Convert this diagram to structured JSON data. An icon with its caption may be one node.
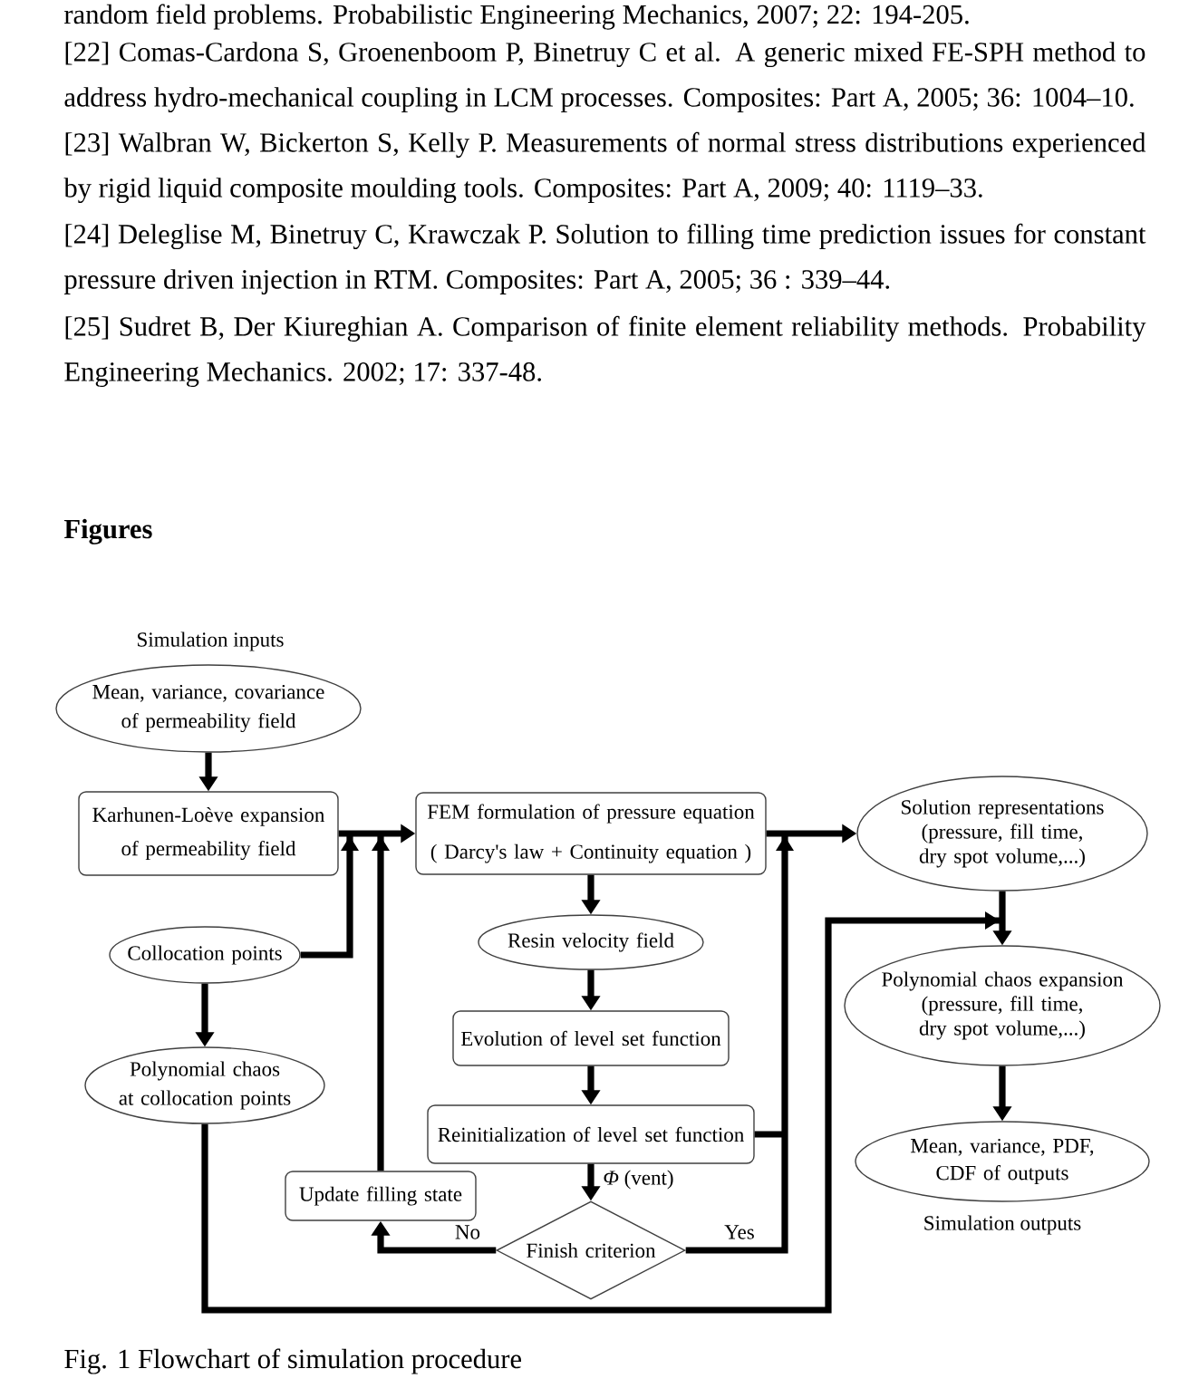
{
  "diagram": {
    "title": "Figures",
    "caption": "Fig. 1 Flowchart of simulation procedure",
    "nodes": [
      {
        "text": [
          "Mean, variance, covariance of permeability field"
        ],
        "beside": [
          "Simulation inputs"
        ]
      },
      {
        "text": [
          "Karhunen-Loève expansion of permeability field"
        ]
      },
      {
        "text": [
          "FEM formulation of pressure equation",
          "( Darcy's law + Continuity equation )"
        ]
      },
      {
        "text": [
          "Solution representations",
          "(pressure, fill time, dry spot volume,...)"
        ]
      },
      {
        "text": [
          "Collocation points"
        ]
      },
      {
        "text": [
          "Resin velocity field"
        ]
      },
      {
        "text": [
          "Polynomial chaos expansion",
          "(pressure, fill time, dry spot volume,...)"
        ]
      },
      {
        "text": [
          "Polynomial chaos",
          "at collocation points"
        ]
      },
      {
        "text": [
          "Evolution of level set function"
        ]
      },
      {
        "text": [
          "Reinitialization of level set function"
        ]
      },
      {
        "text": [
          "Update filling state"
        ]
      },
      {
        "text": [
          "Mean, variance, PDF, CDF of outputs"
        ],
        "beside": [
          "Simulation outputs"
        ]
      },
      {
        "text": [
          "Finish criterion"
        ]
      }
    ],
    "edges": [
      {
        "from": 0,
        "to": 1,
        "arrow": "to"
      },
      {
        "from": 1,
        "to": 2,
        "arrow": "to"
      },
      {
        "from": 4,
        "to": 2,
        "arrow": "to"
      },
      {
        "from": 4,
        "to": 7,
        "arrow": "to"
      },
      {
        "from": 10,
        "to": 2,
        "arrow": "to"
      },
      {
        "from": 2,
        "to": 3,
        "arrow": "to"
      },
      {
        "from": 2,
        "to": 5,
        "arrow": "to"
      },
      {
        "from": 5,
        "to": 8,
        "arrow": "to"
      },
      {
        "from": 8,
        "to": 9,
        "arrow": "to"
      },
      {
        "from": 9,
        "to": 12,
        "arrow": "to",
        "label": "*Φ* (vent)"
      },
      {
        "from": 12,
        "to": 10,
        "arrow": "to",
        "label": "No"
      },
      {
        "from": 12,
        "to": 3,
        "arrow": "to",
        "label": "Yes"
      },
      {
        "from": 9,
        "to": 3,
        "arrow": "to"
      },
      {
        "from": 3,
        "to": 6,
        "arrow": "to"
      },
      {
        "from": 7,
        "to": 6,
        "arrow": "to"
      },
      {
        "from": 6,
        "to": 11,
        "arrow": "to"
      }
    ],
    "labels": [
      "random field problems. Probabilistic Engineering Mechanics, 2007; 22: 194-205.",
      "[22] Comas-Cardona S, Groenenboom P, Binetruy C et al. A generic mixed FE-SPH method to address hydro-mechanical coupling in LCM processes. Composites: Part A, 2005; 36: 1004–10.",
      "[23] Walbran W, Bickerton S, Kelly P. Measurements of normal stress distributions experienced by rigid liquid composite moulding tools. Composites: Part A, 2009; 40: 1119–33.",
      "[24] Deleglise M, Binetruy C, Krawczak P. Solution to filling time prediction issues for constant pressure driven injection in RTM. Composites: Part A, 2005; 36 : 339–44.",
      "[25] Sudret B, Der Kiureghian A. Comparison of finite element reliability methods. Probability Engineering Mechanics. 2002; 17: 337-48."
    ]
  }
}
